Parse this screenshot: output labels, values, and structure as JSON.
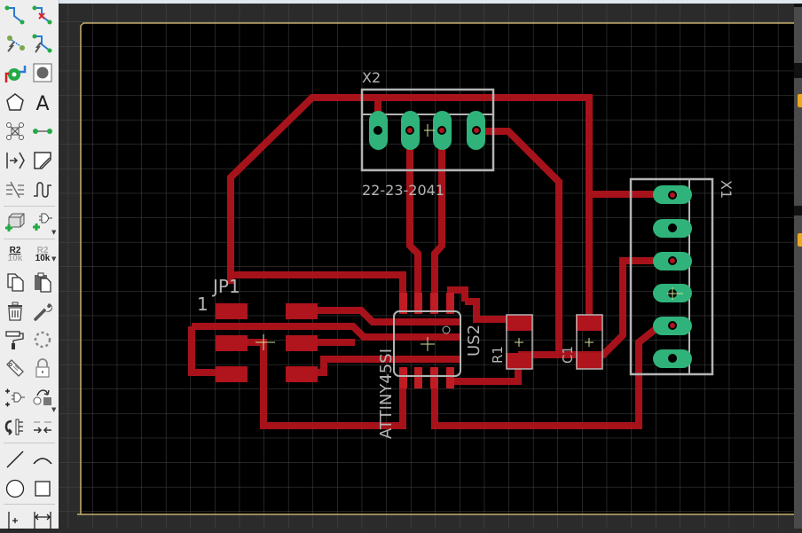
{
  "app": {
    "toolbar": {
      "tools": [
        {
          "name": "route-trace"
        },
        {
          "name": "ripup-trace"
        },
        {
          "name": "autoroute-ratsnest"
        },
        {
          "name": "autorouter"
        },
        {
          "name": "via"
        },
        {
          "name": "hole"
        },
        {
          "name": "polygon"
        },
        {
          "name": "text"
        },
        {
          "name": "ratsnest"
        },
        {
          "name": "wire"
        },
        {
          "name": "meander"
        },
        {
          "name": "miter"
        },
        {
          "name": "ripup-airwire"
        },
        {
          "name": "length-meander"
        },
        {
          "name": "add-part"
        },
        {
          "name": "add-gate"
        },
        {
          "name": "name-value"
        },
        {
          "name": "value-name"
        },
        {
          "name": "copy"
        },
        {
          "name": "paste"
        },
        {
          "name": "delete"
        },
        {
          "name": "change"
        },
        {
          "name": "paint-roller"
        },
        {
          "name": "group"
        },
        {
          "name": "attribute-tag"
        },
        {
          "name": "lock"
        },
        {
          "name": "add-signal"
        },
        {
          "name": "replace"
        },
        {
          "name": "optimize"
        },
        {
          "name": "split"
        },
        {
          "name": "line"
        },
        {
          "name": "arc"
        },
        {
          "name": "circle"
        },
        {
          "name": "rectangle"
        },
        {
          "name": "mark"
        },
        {
          "name": "dimension"
        }
      ],
      "r2_name": "R2",
      "r2_value": "10k"
    },
    "board": {
      "colors": {
        "background": "#000000",
        "grid": "#4a4a4a",
        "outside_board": "#2b2b2b",
        "board_outline": "#c8b070",
        "top_copper": "#b0141c",
        "pads_thru": "#2fb37a",
        "silkscreen": "#b4b4b4",
        "origin_cross": "#cfe09a"
      },
      "parts": [
        {
          "ref": "X2",
          "value": "22-23-2041",
          "pins": 4
        },
        {
          "ref": "X1",
          "value": "",
          "pins": 6
        },
        {
          "ref": "JP1",
          "pin1_label": "1",
          "pins": 6
        },
        {
          "ref": "US2",
          "value": "ATTINY45SI",
          "pins": 8
        },
        {
          "ref": "R1",
          "pins": 2
        },
        {
          "ref": "C1",
          "pins": 2
        }
      ]
    }
  }
}
